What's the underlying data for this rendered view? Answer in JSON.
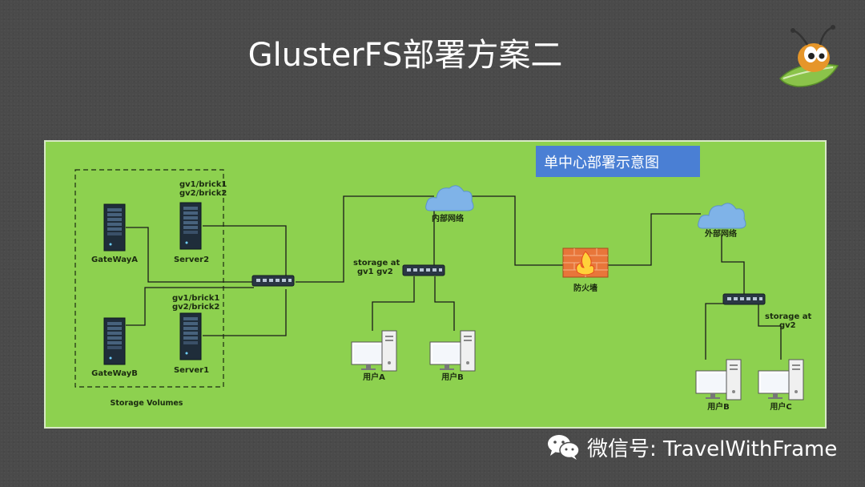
{
  "slide": {
    "title": "GlusterFS部署方案二"
  },
  "diagram": {
    "caption": "单中心部署示意图",
    "labels": {
      "gateway_a": "GateWayA",
      "gateway_b": "GateWayB",
      "server2": "Server2",
      "server1": "Server1",
      "server2_bricks_1": "gv1/brick1",
      "server2_bricks_2": "gv2/brick2",
      "server1_bricks_1": "gv1/brick1",
      "server1_bricks_2": "gv2/brick2",
      "storage_volumes": "Storage Volumes",
      "internal_network": "内部网络",
      "external_network": "外部网络",
      "firewall": "防火墙",
      "storage_inner_1": "storage at",
      "storage_inner_2": "gv1  gv2",
      "storage_outer_1": "storage at",
      "storage_outer_2": "gv2",
      "user_a": "用户A",
      "user_b_inner": "用户B",
      "user_b_outer": "用户B",
      "user_c": "用户C"
    },
    "colors": {
      "panel": "#8dd14f",
      "caption_bg": "#4a7fd4",
      "cloud": "#7fb3e8",
      "firewall": "#e8763a"
    }
  },
  "watermark": {
    "icon": "wechat-icon",
    "text": "微信号: TravelWithFrame"
  }
}
